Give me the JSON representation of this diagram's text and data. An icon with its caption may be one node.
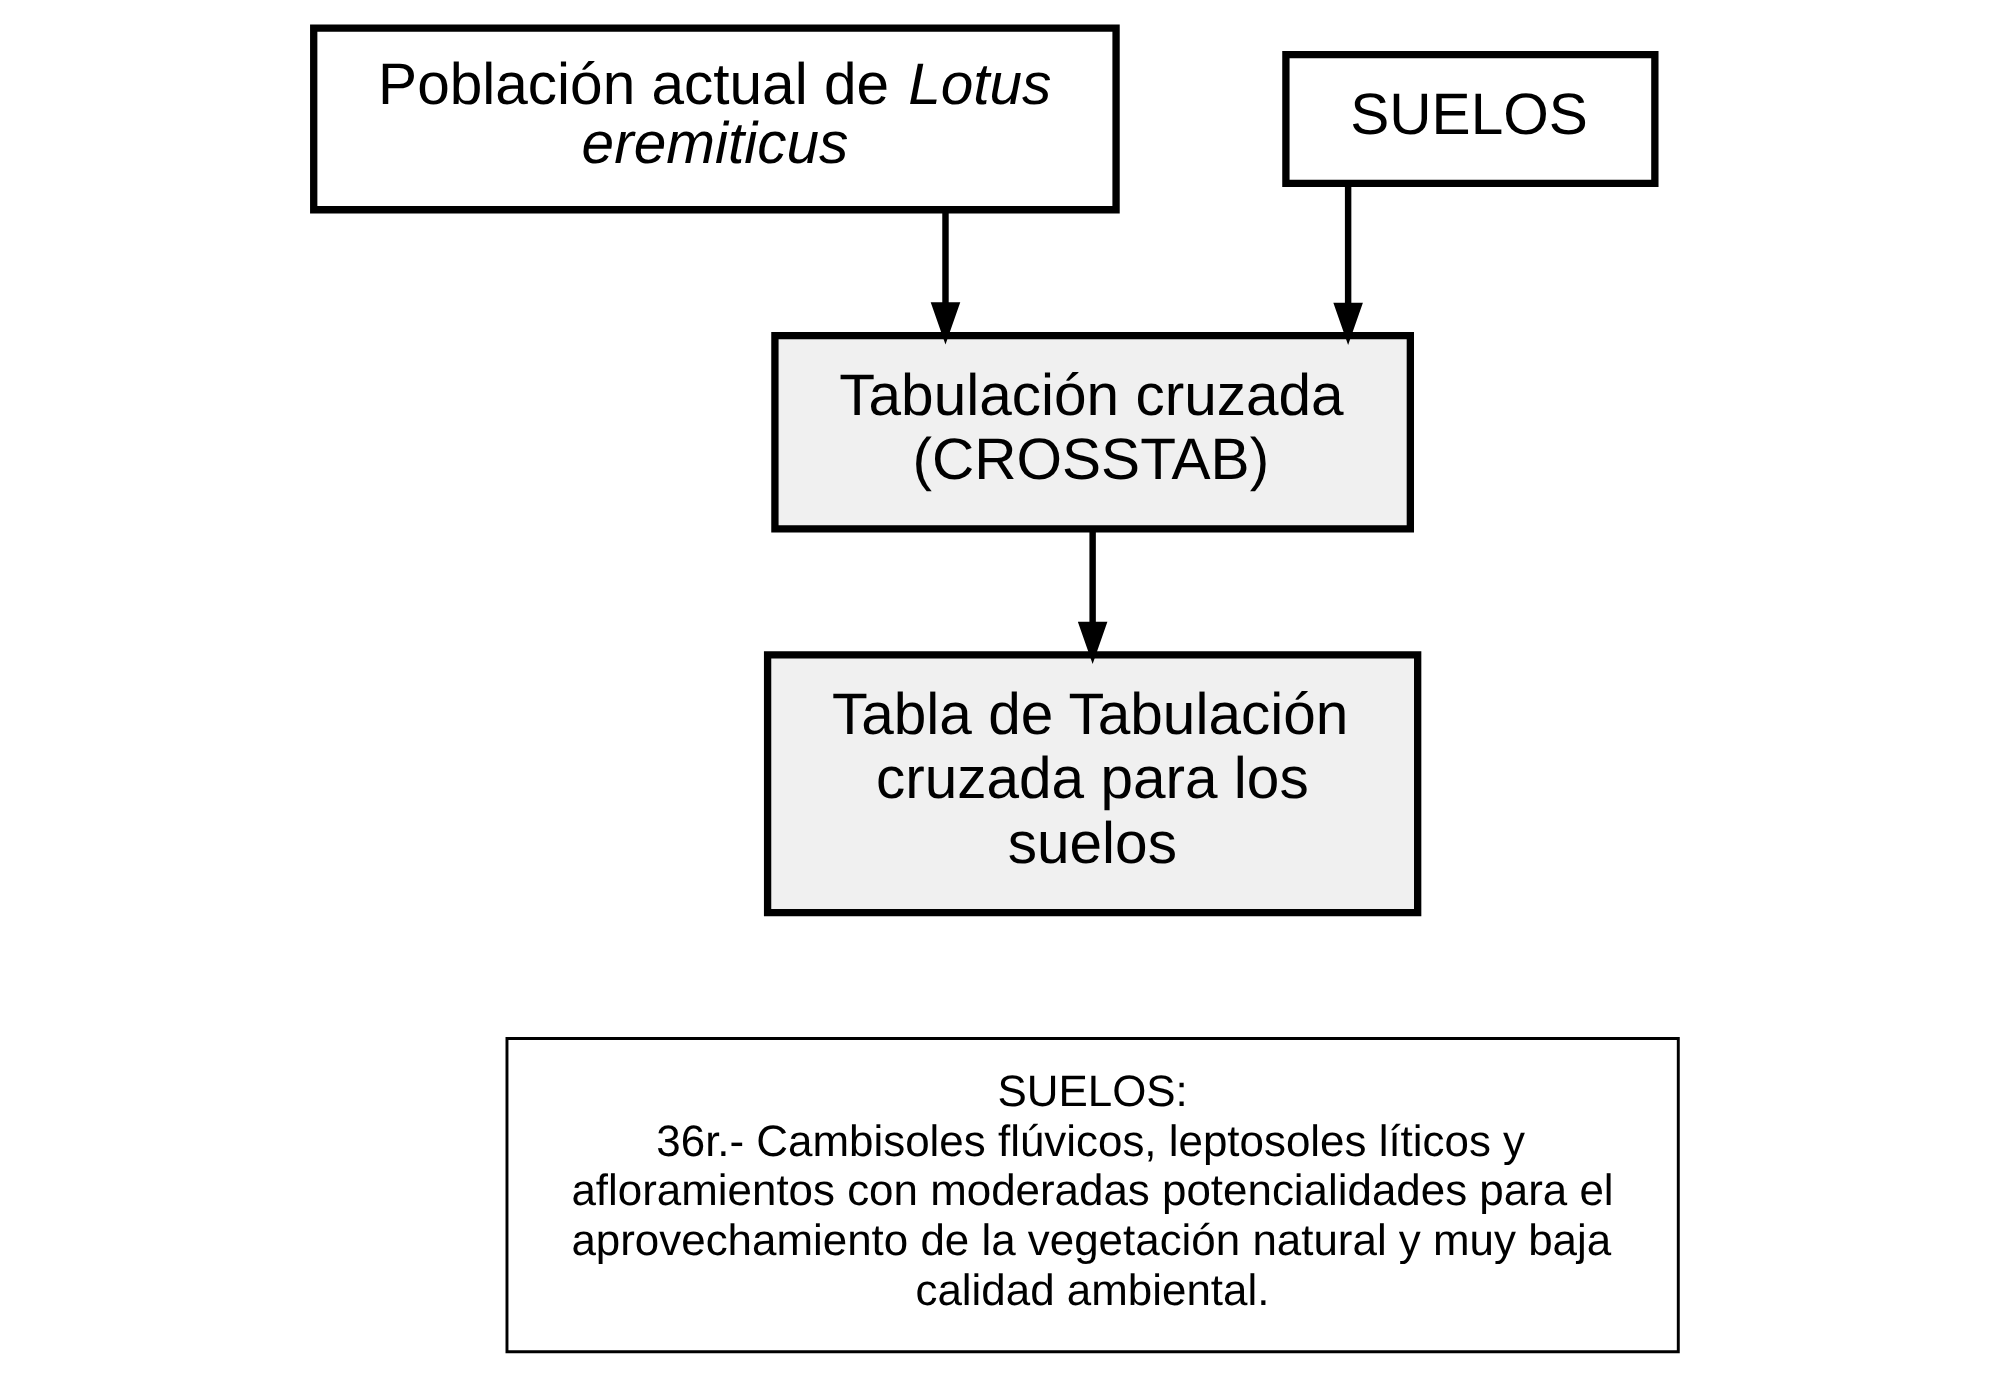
{
  "diagram": {
    "nodes": [
      {
        "text": [
          "Población actual de *Lotus eremiticus*"
        ]
      },
      {
        "text": [
          "SUELOS"
        ]
      },
      {
        "text": [
          "Tabulación cruzada (CROSSTAB)"
        ]
      },
      {
        "text": [
          "Tabla de Tabulación cruzada para los suelos"
        ]
      },
      {
        "text": [
          "SUELOS:",
          "36r.- Cambisoles flúvicos, leptosoles líticos y afloramientos con moderadas potencialidades para el aprovechamiento de la vegetación natural y muy baja calidad ambiental."
        ]
      }
    ],
    "edges": [
      {
        "from": 0,
        "to": 2,
        "arrow": "to"
      },
      {
        "from": 1,
        "to": 2,
        "arrow": "to"
      },
      {
        "from": 2,
        "to": 3,
        "arrow": "to"
      }
    ]
  }
}
